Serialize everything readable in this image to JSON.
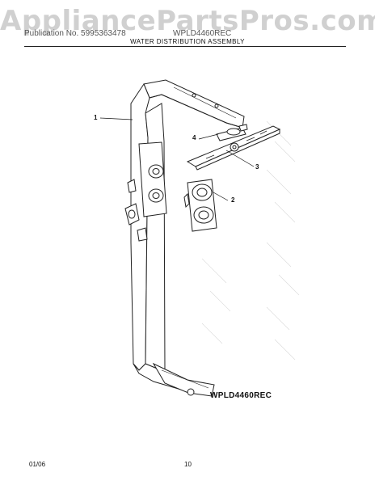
{
  "watermark": "AppliancePartsPros.com",
  "header": {
    "left": "Publication No. 5995363478",
    "right": "WPLD4460REC"
  },
  "title": "WATER DISTRIBUTION ASSEMBLY",
  "callouts": [
    "1",
    "2",
    "3",
    "4"
  ],
  "model_label": "WPLD4460REC",
  "footer": {
    "date": "01/06",
    "page": "10"
  }
}
